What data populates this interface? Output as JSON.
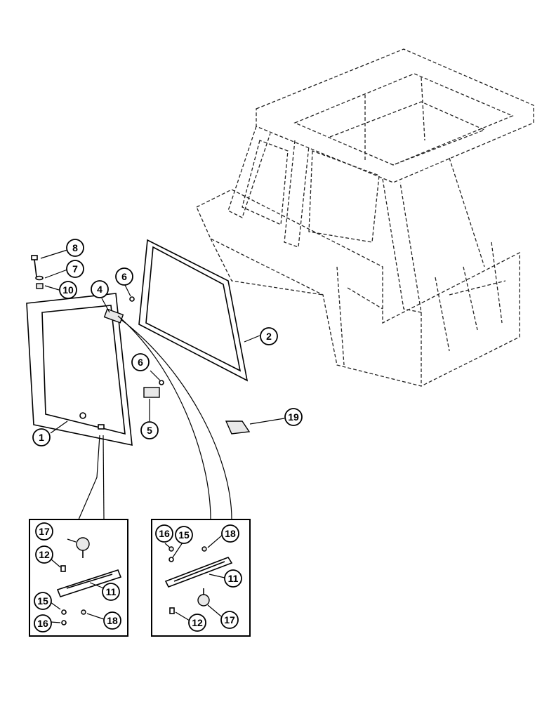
{
  "callouts": [
    {
      "id": "c8",
      "label": "8"
    },
    {
      "id": "c7",
      "label": "7"
    },
    {
      "id": "c10",
      "label": "10"
    },
    {
      "id": "c4",
      "label": "4"
    },
    {
      "id": "c6a",
      "label": "6"
    },
    {
      "id": "c2",
      "label": "2"
    },
    {
      "id": "c6b",
      "label": "6"
    },
    {
      "id": "c5",
      "label": "5"
    },
    {
      "id": "c1",
      "label": "1"
    },
    {
      "id": "c19",
      "label": "19"
    },
    {
      "id": "l17",
      "label": "17"
    },
    {
      "id": "l12",
      "label": "12"
    },
    {
      "id": "l11",
      "label": "11"
    },
    {
      "id": "l15",
      "label": "15"
    },
    {
      "id": "l18",
      "label": "18"
    },
    {
      "id": "l16",
      "label": "16"
    },
    {
      "id": "r16",
      "label": "16"
    },
    {
      "id": "r15",
      "label": "15"
    },
    {
      "id": "r18",
      "label": "18"
    },
    {
      "id": "r11",
      "label": "11"
    },
    {
      "id": "r17",
      "label": "17"
    },
    {
      "id": "r12",
      "label": "12"
    }
  ]
}
